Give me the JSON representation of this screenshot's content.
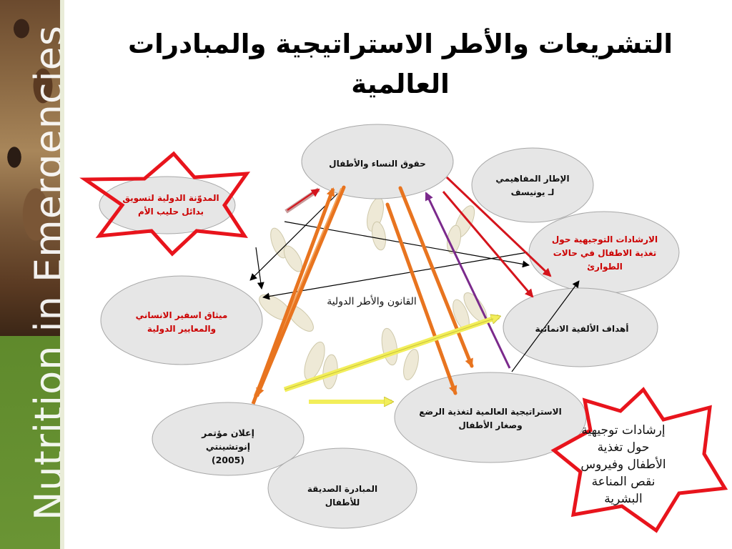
{
  "title": "التشريعات والأطر الاستراتيجية والمبادرات العالمية",
  "sidebar": {
    "brand": "Nutrition in Emergencies"
  },
  "nodes": {
    "rights": "حقوق النساء والأطفال",
    "unicef": "الإطار المفاهيمي\nلـ يونيسف",
    "code": "المدوّنة الدولية لتسويق\nبدائل حليب الأم",
    "guidance": "الارشادات التوجيهية حول\nتغذية الاطفال في حالات\nالطوارئ",
    "sphere": "ميثاق اسفير الانساني\nوالمعايير الدولية",
    "mdg": "أهداف الألفية الانمائية",
    "strategy": "الاستراتيجية العالمية لتغذية الرضع\nوصغار الأطفال",
    "innocenti": "إعلان مؤتمر إنوتشينتي\n(2005)",
    "bfhi": "المبادرة الصديقة للأطفال",
    "hiv": "إرشادات توجيهية\nحول تغذية\nالأطفال وفيروس\nنقص المناعة\nالبشرية"
  },
  "center_label": "القانون والأطر الدولية",
  "colors": {
    "node_fill": "#e6e6e6",
    "star_stroke": "#e8141c",
    "orange": "#e8741f",
    "dark_red": "#d4141c",
    "purple": "#7b2a8c",
    "yellow": "#f2ee5a",
    "green_bar": "#6a9434"
  }
}
